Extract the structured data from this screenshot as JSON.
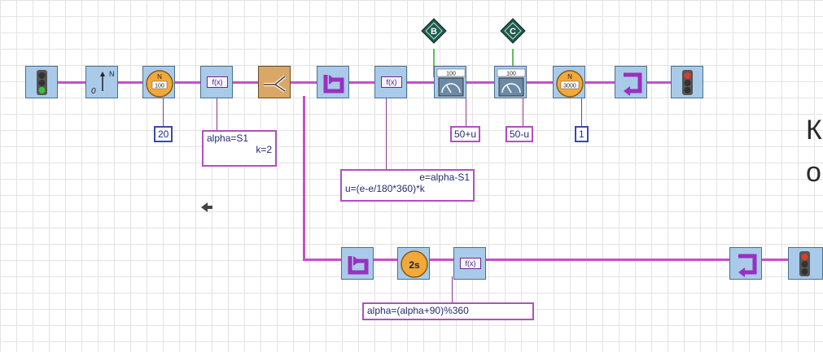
{
  "blocks": {
    "rotation_param": "0",
    "rotation_north": "N",
    "motor1_label": "100",
    "motor2_label": "3000",
    "delay_label": "2s",
    "fx_label": "f(x)",
    "display1_label": "100",
    "display2_label": "100"
  },
  "inputs": {
    "motor1_value": "20",
    "sensor1_value": "50+u",
    "sensor2_value": "50-u",
    "motor2_value": "1"
  },
  "notes": {
    "fx1_line1": "alpha=S1",
    "fx1_line2": "k=2",
    "fx2_line1": "e=alpha-S1",
    "fx2_line2": "u=(e-e/180*360)*k",
    "fx3_line1": "alpha=(alpha+90)%360"
  },
  "markers": {
    "b": "B",
    "c": "C"
  },
  "side_text": {
    "line1": "К",
    "line2": "о"
  },
  "colors": {
    "wire": "#c84fc8",
    "block_fill": "#a9cbe9",
    "motor": "#f2a93b",
    "marker": "#1f5a4f",
    "loop": "#9b2fbf"
  }
}
